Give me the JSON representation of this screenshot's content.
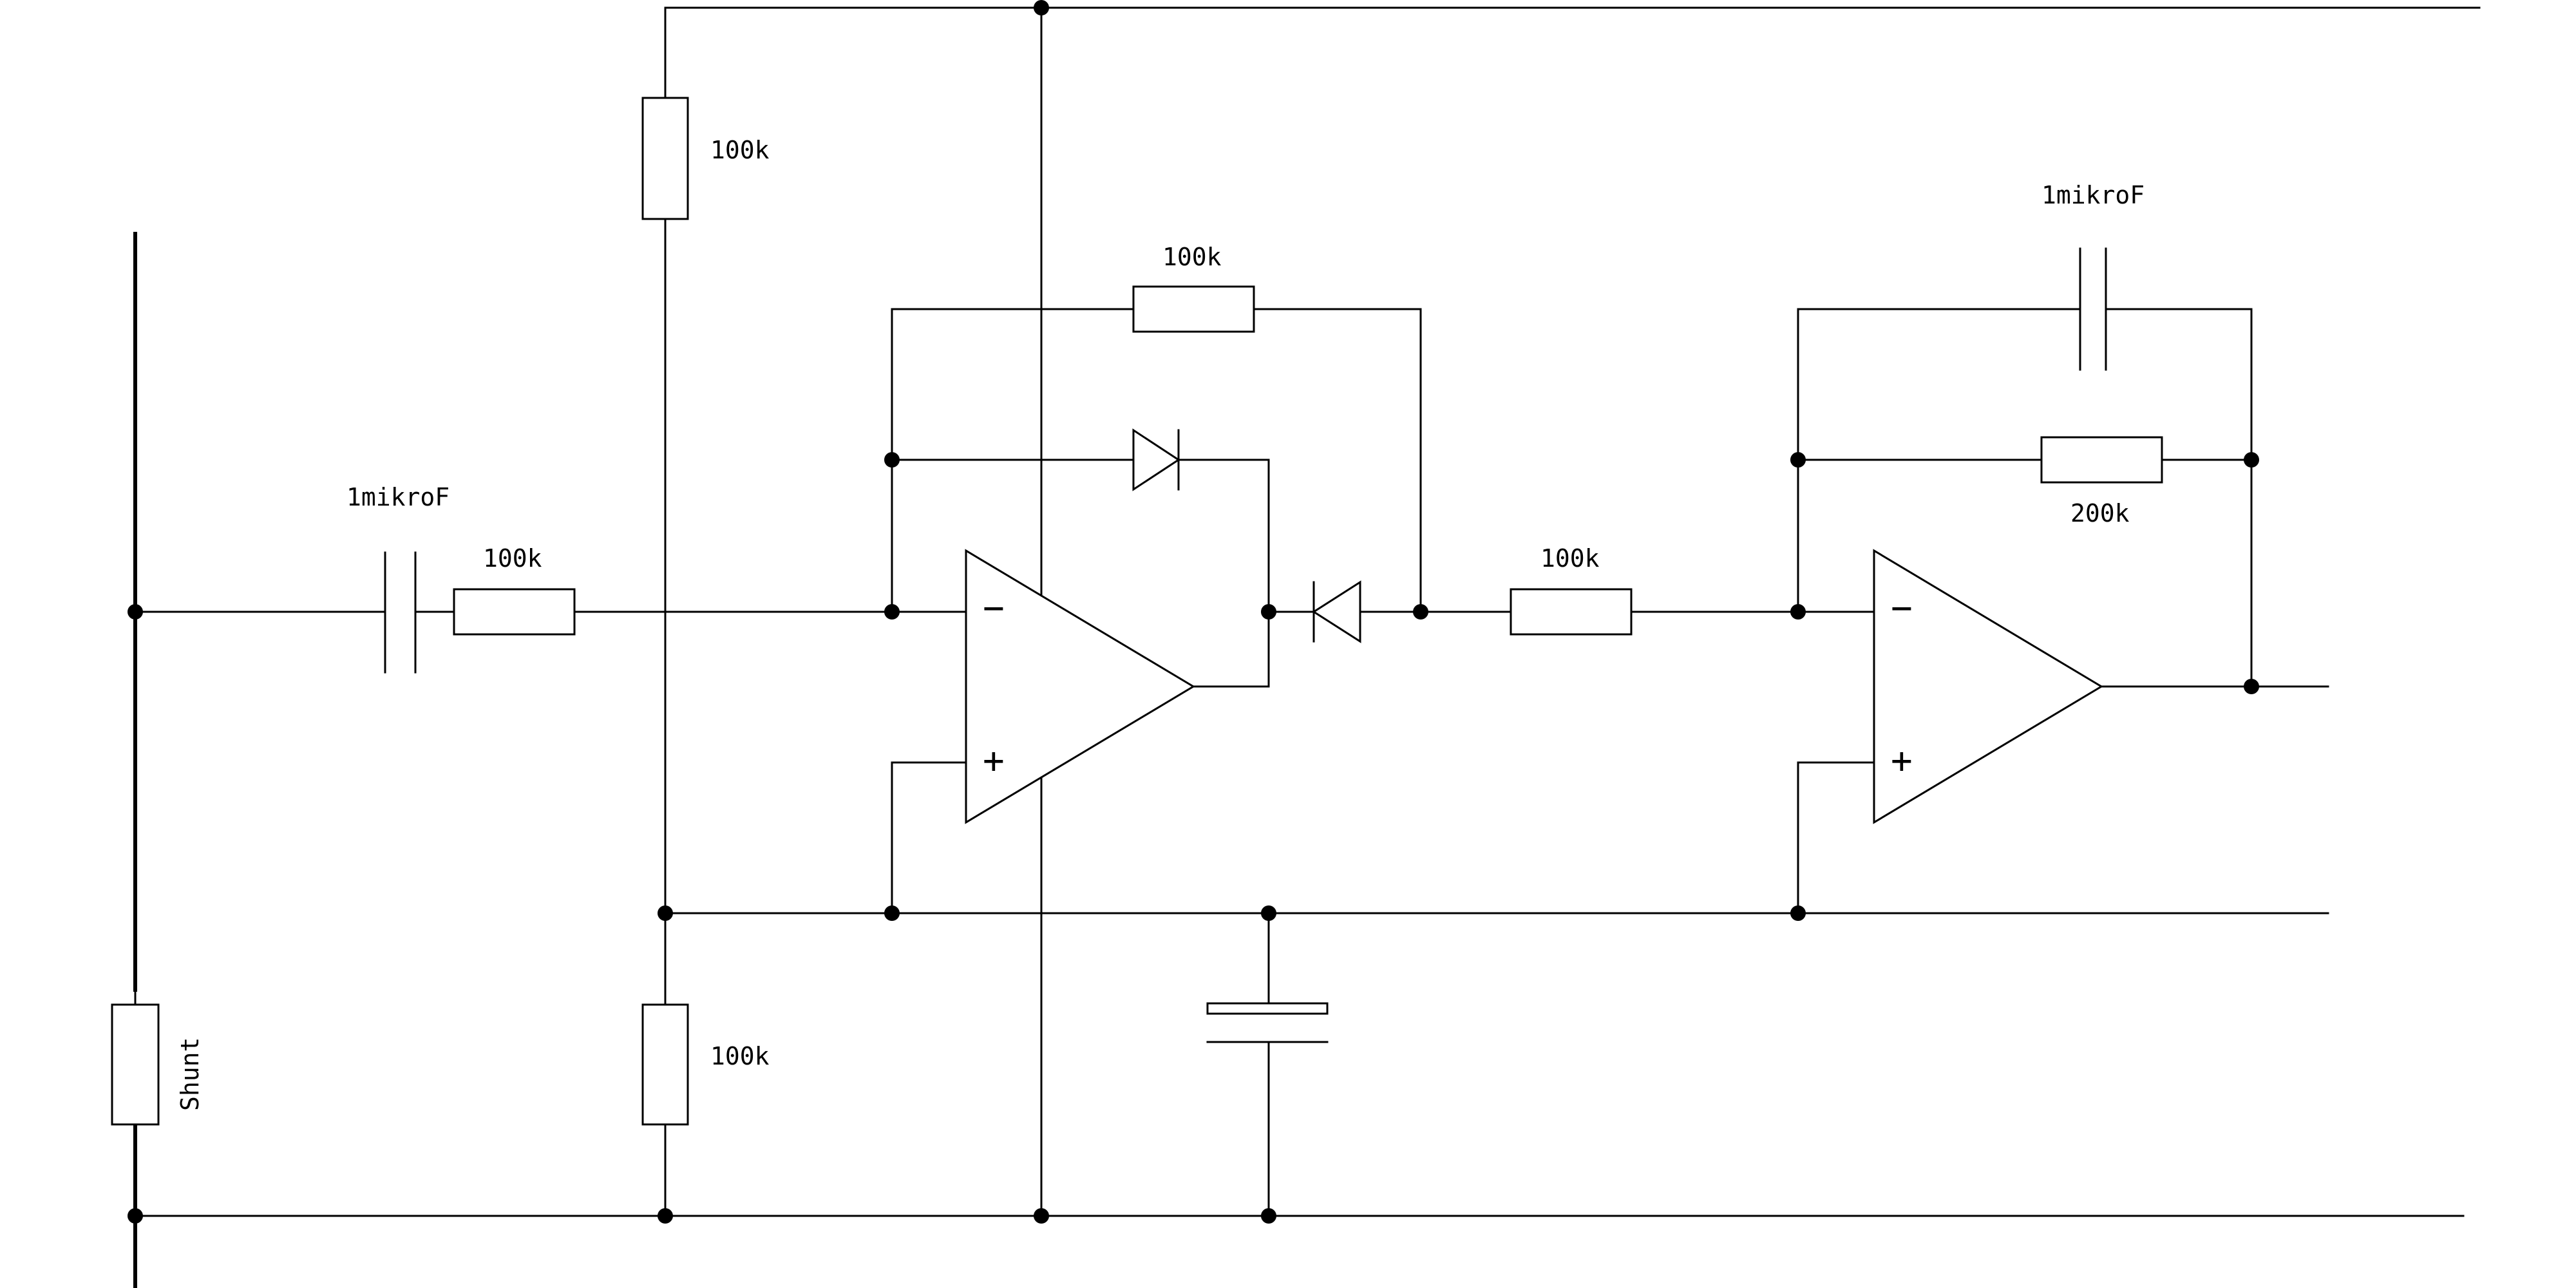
{
  "labels": {
    "r_top": "100k",
    "r_bottom": "100k",
    "r_input": "100k",
    "c_input": "1mikroF",
    "r_feedback1": "100k",
    "r_between": "100k",
    "c_feedback2": "1mikroF",
    "r_feedback2": "200k",
    "shunt": "Shunt"
  },
  "opamp_pins": {
    "minus": "−",
    "plus": "+"
  },
  "colors": {
    "line": "#000000",
    "background": "#ffffff"
  }
}
